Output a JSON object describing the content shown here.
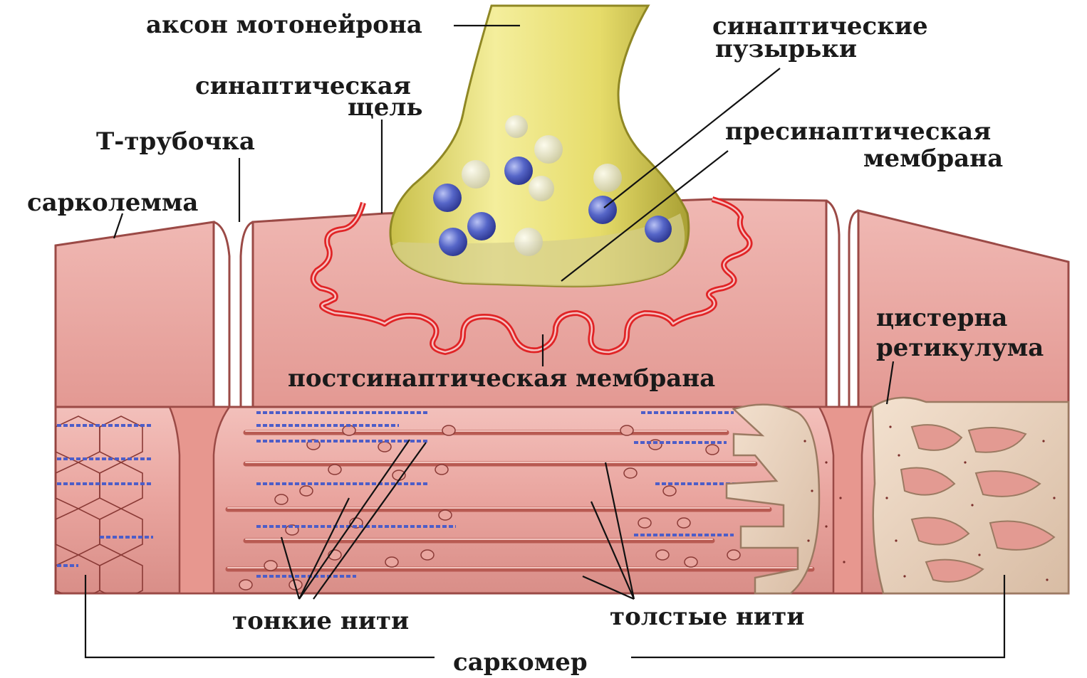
{
  "diagram": {
    "labels": {
      "axon": "аксон мотонейрона",
      "vesicles_1": "синаптические",
      "vesicles_2": "пузырьки",
      "cleft_1": "синаптическая",
      "cleft_2": "щель",
      "ttubule": "Т-трубочка",
      "presyn_1": "пресинаптическая",
      "presyn_2": "мембрана",
      "sarcolemma": "сарколемма",
      "cistern_1": "цистерна",
      "cistern_2": "ретикулума",
      "postsyn": "постсинаптическая мембрана",
      "thin": "тонкие нити",
      "thick": "толстые нити",
      "sarcomere": "саркомер"
    },
    "colors": {
      "muscle": "#e9a7a3",
      "muscle_dark": "#c7706c",
      "membrane_red": "#e0282a",
      "axon_yellow": "#e8e07a",
      "vesicle_blue": "#4a5cc0",
      "reticulum": "#ead4c0",
      "filament": "#c9685e",
      "thin_filament_blue": "#5a6ad0"
    }
  }
}
